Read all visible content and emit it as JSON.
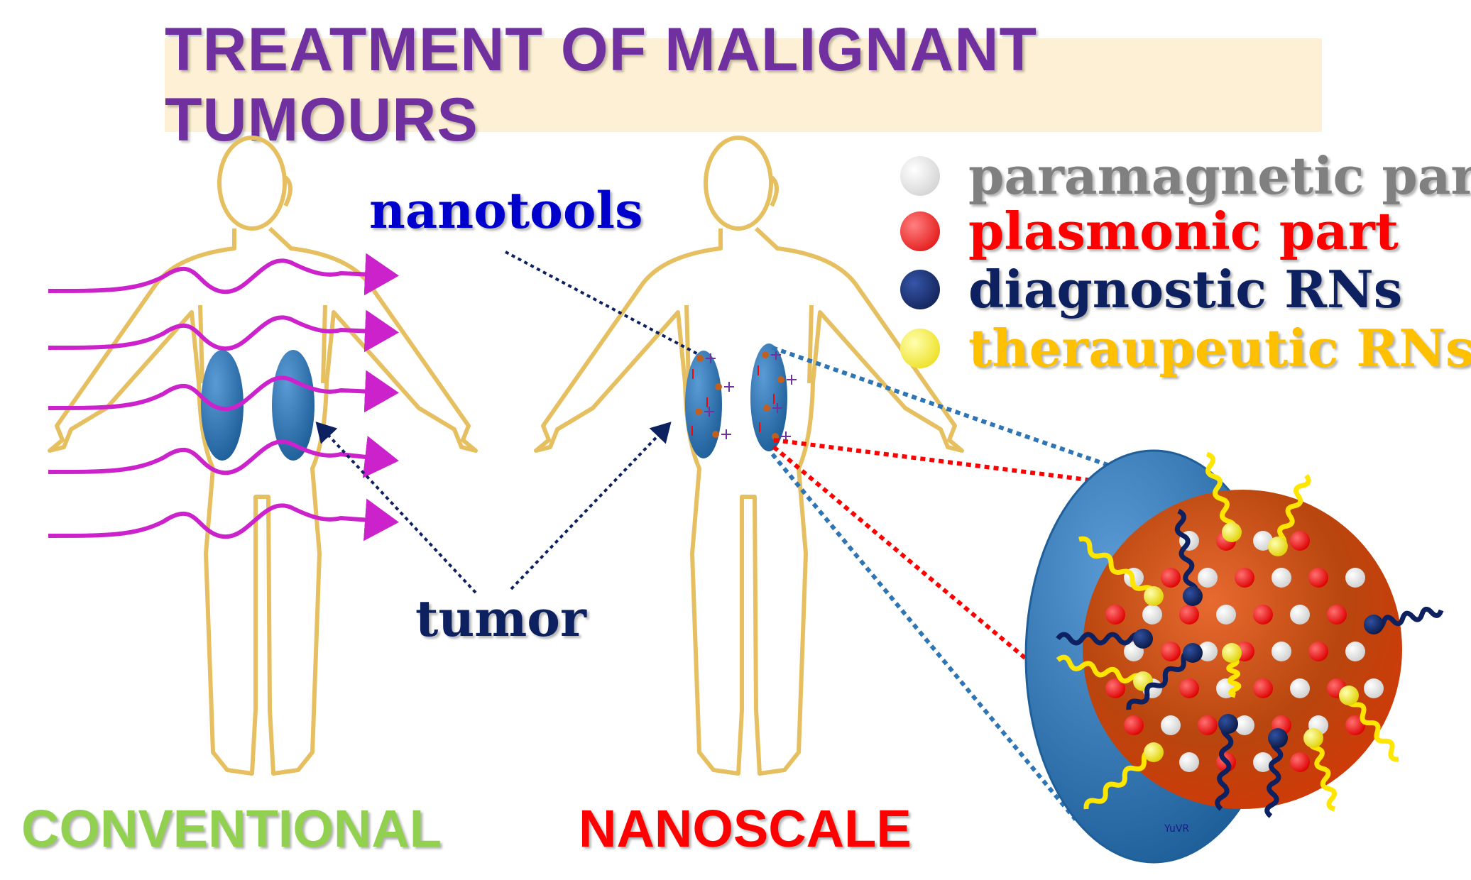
{
  "title": "TREATMENT OF MALIGNANT TUMOURS",
  "labels": {
    "nanotools": "nanotools",
    "tumor": "tumor",
    "conventional": "CONVENTIONAL",
    "nanoscale": "NANOSCALE",
    "signature": "YuVR"
  },
  "legend": [
    {
      "label": "paramagnetic part",
      "text_color": "#808080",
      "dot_color": "#ffffff"
    },
    {
      "label": "plasmonic part",
      "text_color": "#ff0000",
      "dot_color": "#ff0000"
    },
    {
      "label": "diagnostic RNs",
      "text_color": "#0d2060",
      "dot_color": "#0d2060"
    },
    {
      "label": "theraupeutic RNs",
      "text_color": "#ffc000",
      "dot_color": "#ffff00"
    }
  ],
  "colors": {
    "body_outline": "#e6c060",
    "waves": "#cc22cc",
    "tumor": "#2e75b6",
    "nanotools_label": "#0000cc",
    "tumor_label": "#0d2060",
    "conventional": "#92d050",
    "nanoscale": "#ff0000",
    "plasmonic_sphere": "#c04010"
  }
}
